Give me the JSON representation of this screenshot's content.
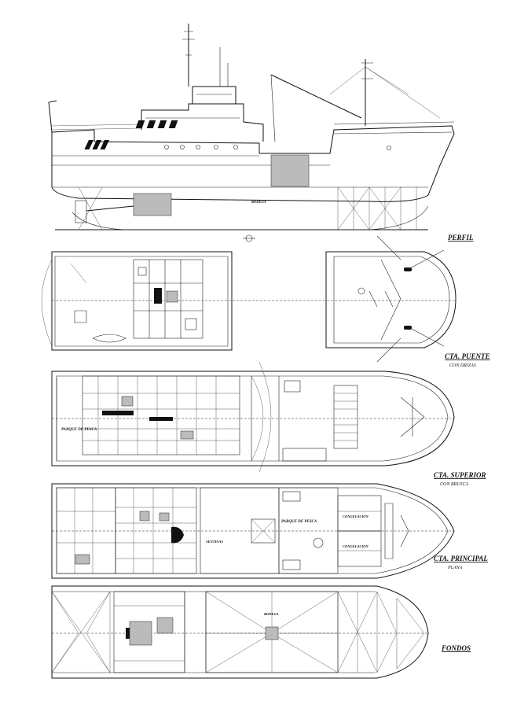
{
  "drawing": {
    "views": [
      {
        "label": "PERFIL",
        "sublabel": ""
      },
      {
        "label": "CTA. PUENTE",
        "sublabel": "CON DRIZAS"
      },
      {
        "label": "CTA. SUPERIOR",
        "sublabel": "CON BRUSCA"
      },
      {
        "label": "CTA. PRINCIPAL",
        "sublabel": "PLANA"
      },
      {
        "label": "FONDOS",
        "sublabel": ""
      }
    ],
    "compartments": {
      "parque_pesca_superior": "PARQUE DE PESCA",
      "parque_pesca_principal": "PARQUE DE PESCA",
      "congelacion_1": "CONGELACION",
      "congelacion_2": "CONGELACION",
      "sentinas": "SENTINAS",
      "bodega": "BODEGA",
      "bodega_fondos": "BODEGA"
    }
  }
}
